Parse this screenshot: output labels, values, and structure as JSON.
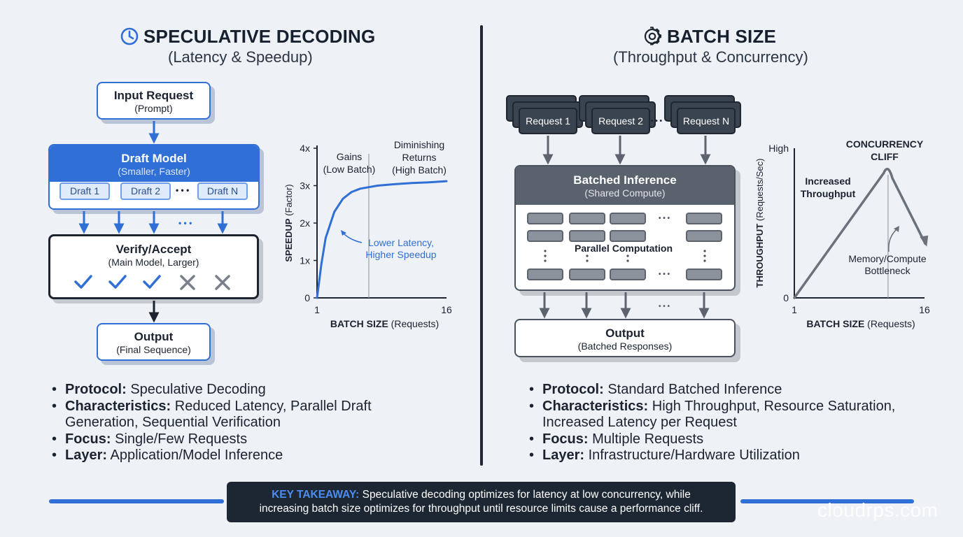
{
  "colors": {
    "accent": "#2f6fd6",
    "dark": "#1c2430",
    "gray": "#7a808a"
  },
  "left": {
    "title": "SPECULATIVE DECODING",
    "subtitle": "(Latency & Speedup)",
    "title_icon": "clock-icon",
    "input": {
      "title": "Input Request",
      "sub": "(Prompt)"
    },
    "draft": {
      "title": "Draft Model",
      "sub": "(Smaller, Faster)",
      "chips": [
        "Draft 1",
        "Draft 2",
        "Draft N"
      ],
      "ellipsis": "• • •"
    },
    "verify": {
      "title": "Verify/Accept",
      "sub": "(Main Model, Larger)",
      "marks": [
        "check-icon",
        "check-icon",
        "check-icon",
        "x-icon",
        "x-icon"
      ]
    },
    "output": {
      "title": "Output",
      "sub": "(Final Sequence)"
    },
    "arrows_ellipsis": "• • •",
    "bullets": [
      {
        "key": "Protocol:",
        "text": "Speculative Decoding"
      },
      {
        "key": "Characteristics:",
        "text": "Reduced Latency, Parallel Draft",
        "cont": "Generation, Sequential Verification"
      },
      {
        "key": "Focus:",
        "text": "Single/Few Requests"
      },
      {
        "key": "Layer:",
        "text": "Application/Model Inference"
      }
    ]
  },
  "chart_data": [
    {
      "type": "line",
      "title": "",
      "xlabel_bold": "BATCH SIZE",
      "xlabel_rest": "(Requests)",
      "ylabel_bold": "SPEEDUP",
      "ylabel_rest": "(Factor)",
      "xlim": [
        1,
        16
      ],
      "ylim": [
        0,
        4
      ],
      "yticks": [
        "0",
        "1x",
        "2x",
        "3x",
        "4x"
      ],
      "xticks": [
        "1",
        "16"
      ],
      "x": [
        1,
        1.5,
        2,
        3,
        4,
        5,
        6,
        8,
        10,
        12,
        14,
        16
      ],
      "y": [
        0,
        0.9,
        1.6,
        2.3,
        2.65,
        2.83,
        2.92,
        3.0,
        3.04,
        3.07,
        3.09,
        3.12
      ],
      "divider_x": 7,
      "region_labels": [
        [
          "Gains",
          "(Low Batch)"
        ],
        [
          "Diminishing",
          "Returns",
          "(High Batch)"
        ]
      ],
      "annotation": [
        "Lower Latency,",
        "Higher Speedup"
      ]
    },
    {
      "type": "line",
      "title": "",
      "xlabel_bold": "BATCH SIZE",
      "xlabel_rest": "(Requests)",
      "ylabel_bold": "THROUGHPUT",
      "ylabel_rest": "(Requests/Sec)",
      "xlim": [
        1,
        16
      ],
      "ylim": [
        "0",
        "High"
      ],
      "yticks": [
        "0",
        "High"
      ],
      "xticks": [
        "1",
        "16"
      ],
      "x": [
        1,
        11.3,
        12.2,
        16.1
      ],
      "y": [
        0,
        0.97,
        0.9,
        0.4
      ],
      "peak_x": 11.8,
      "cliff_label": [
        "CONCURRENCY",
        "CLIFF"
      ],
      "left_label": [
        "Increased",
        "Throughput"
      ],
      "bottleneck_label": [
        "Memory/Compute",
        "Bottleneck"
      ]
    }
  ],
  "right": {
    "title": "BATCH SIZE",
    "subtitle": "(Throughput & Concurrency)",
    "title_icon": "gear-icon",
    "requests": [
      "Request 1",
      "Request 2",
      "Request N"
    ],
    "requests_ellipsis": "• • •",
    "batched": {
      "title": "Batched Inference",
      "sub": "(Shared Compute)",
      "center": "Parallel Computation",
      "ellipsis": "• • •"
    },
    "output": {
      "title": "Output",
      "sub": "(Batched Responses)"
    },
    "out_ellipsis": "• • •",
    "bullets": [
      {
        "key": "Protocol:",
        "text": "Standard Batched Inference"
      },
      {
        "key": "Characteristics:",
        "text": "High Throughput, Resource Saturation,",
        "cont": "Increased Latency per Request"
      },
      {
        "key": "Focus:",
        "text": "Multiple Requests"
      },
      {
        "key": "Layer:",
        "text": "Infrastructure/Hardware Utilization"
      }
    ]
  },
  "takeaway": {
    "key": "KEY TAKEAWAY:",
    "line1": "Speculative decoding optimizes for latency at low concurrency, while",
    "line2": "increasing batch size optimizes for throughput until resource limits cause a performance cliff."
  },
  "watermark": "cloudrps.com"
}
